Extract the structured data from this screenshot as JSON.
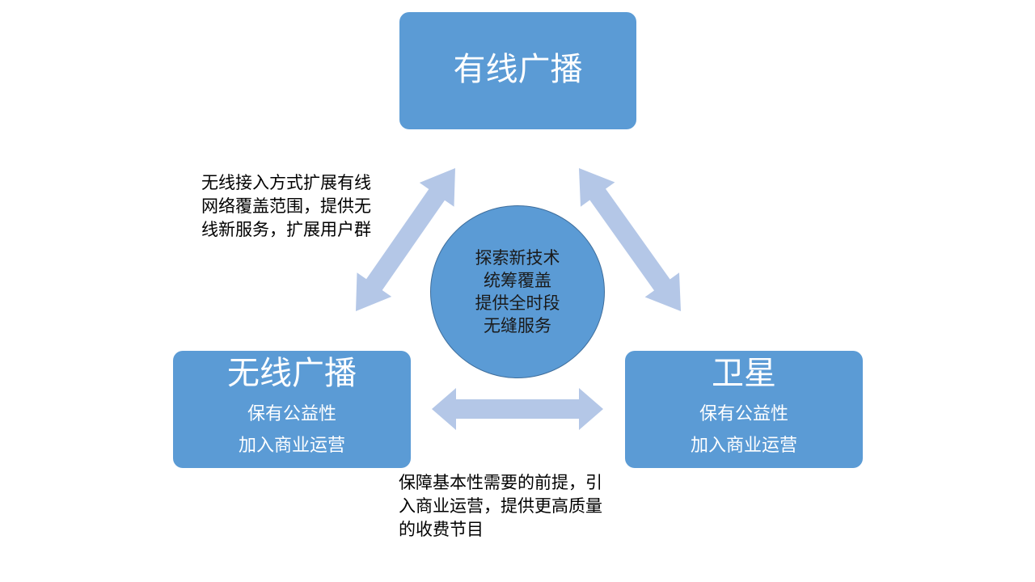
{
  "nodes": {
    "top": {
      "title": "有线广播"
    },
    "left": {
      "title": "无线广播",
      "lines": [
        "保有公益性",
        "加入商业运营"
      ]
    },
    "right": {
      "title": "卫星",
      "lines": [
        "保有公益性",
        "加入商业运营"
      ]
    }
  },
  "center": {
    "lines": [
      "探索新技术",
      "统筹覆盖",
      "提供全时段",
      "无缝服务"
    ]
  },
  "notes": {
    "left_top": [
      "无线接入方式扩展有线",
      "网络覆盖范围，提供无",
      "线新服务，扩展用户群"
    ],
    "bottom": [
      "保障基本性需要的前提，引",
      "入商业运营，提供更高质量",
      "的收费节目"
    ]
  },
  "colors": {
    "node_fill": "#5b9bd5",
    "arrow_fill": "#b4c7e7",
    "text_light": "#ffffff",
    "text_dark": "#000000"
  }
}
